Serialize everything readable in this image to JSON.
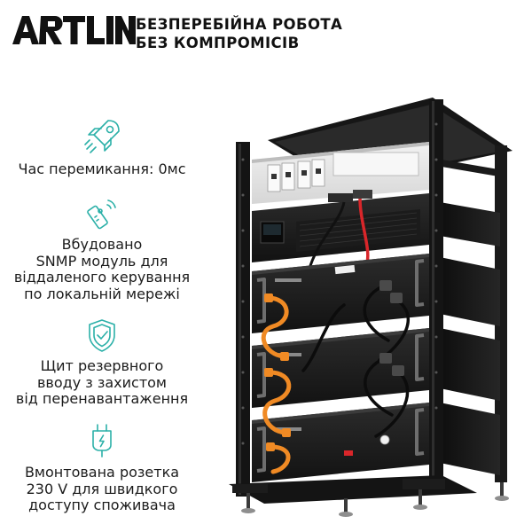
{
  "header": {
    "brand": "ARTLINE",
    "tagline_line1": "БЕЗПЕРЕБІЙНА РОБОТА",
    "tagline_line2": "БЕЗ КОМПРОМІСІВ"
  },
  "features": [
    {
      "icon": "rocket-icon",
      "lines": [
        "Час перемикання: 0мс"
      ]
    },
    {
      "icon": "remote-control-icon",
      "lines": [
        "Вбудовано",
        "SNMP модуль для",
        "віддаленого керування",
        "по локальній мережі"
      ]
    },
    {
      "icon": "shield-check-icon",
      "lines": [
        "Щит резервного",
        "вводу з захистом",
        "від перенавантаження"
      ]
    },
    {
      "icon": "plug-icon",
      "lines": [
        "Вмонтована розетка",
        "230 V для швидкого",
        "доступу споживача"
      ]
    }
  ],
  "colors": {
    "accent": "#2bb0a8",
    "text": "#1a1a1a",
    "rack": "#141414",
    "cable_orange": "#f08a24"
  }
}
